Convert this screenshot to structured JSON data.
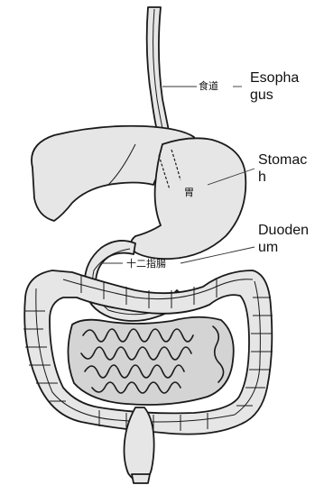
{
  "labels": {
    "esophagus": {
      "jp": "食道",
      "en": "Esopha\ngus"
    },
    "stomach": {
      "jp": "胃",
      "en": "Stomac\nh"
    },
    "duodenum": {
      "jp": "十二指腸",
      "en": "Duoden\num"
    }
  },
  "colors": {
    "organ_fill": "#e6e6e6",
    "outline": "#1a1a1a",
    "background": "#ffffff"
  }
}
